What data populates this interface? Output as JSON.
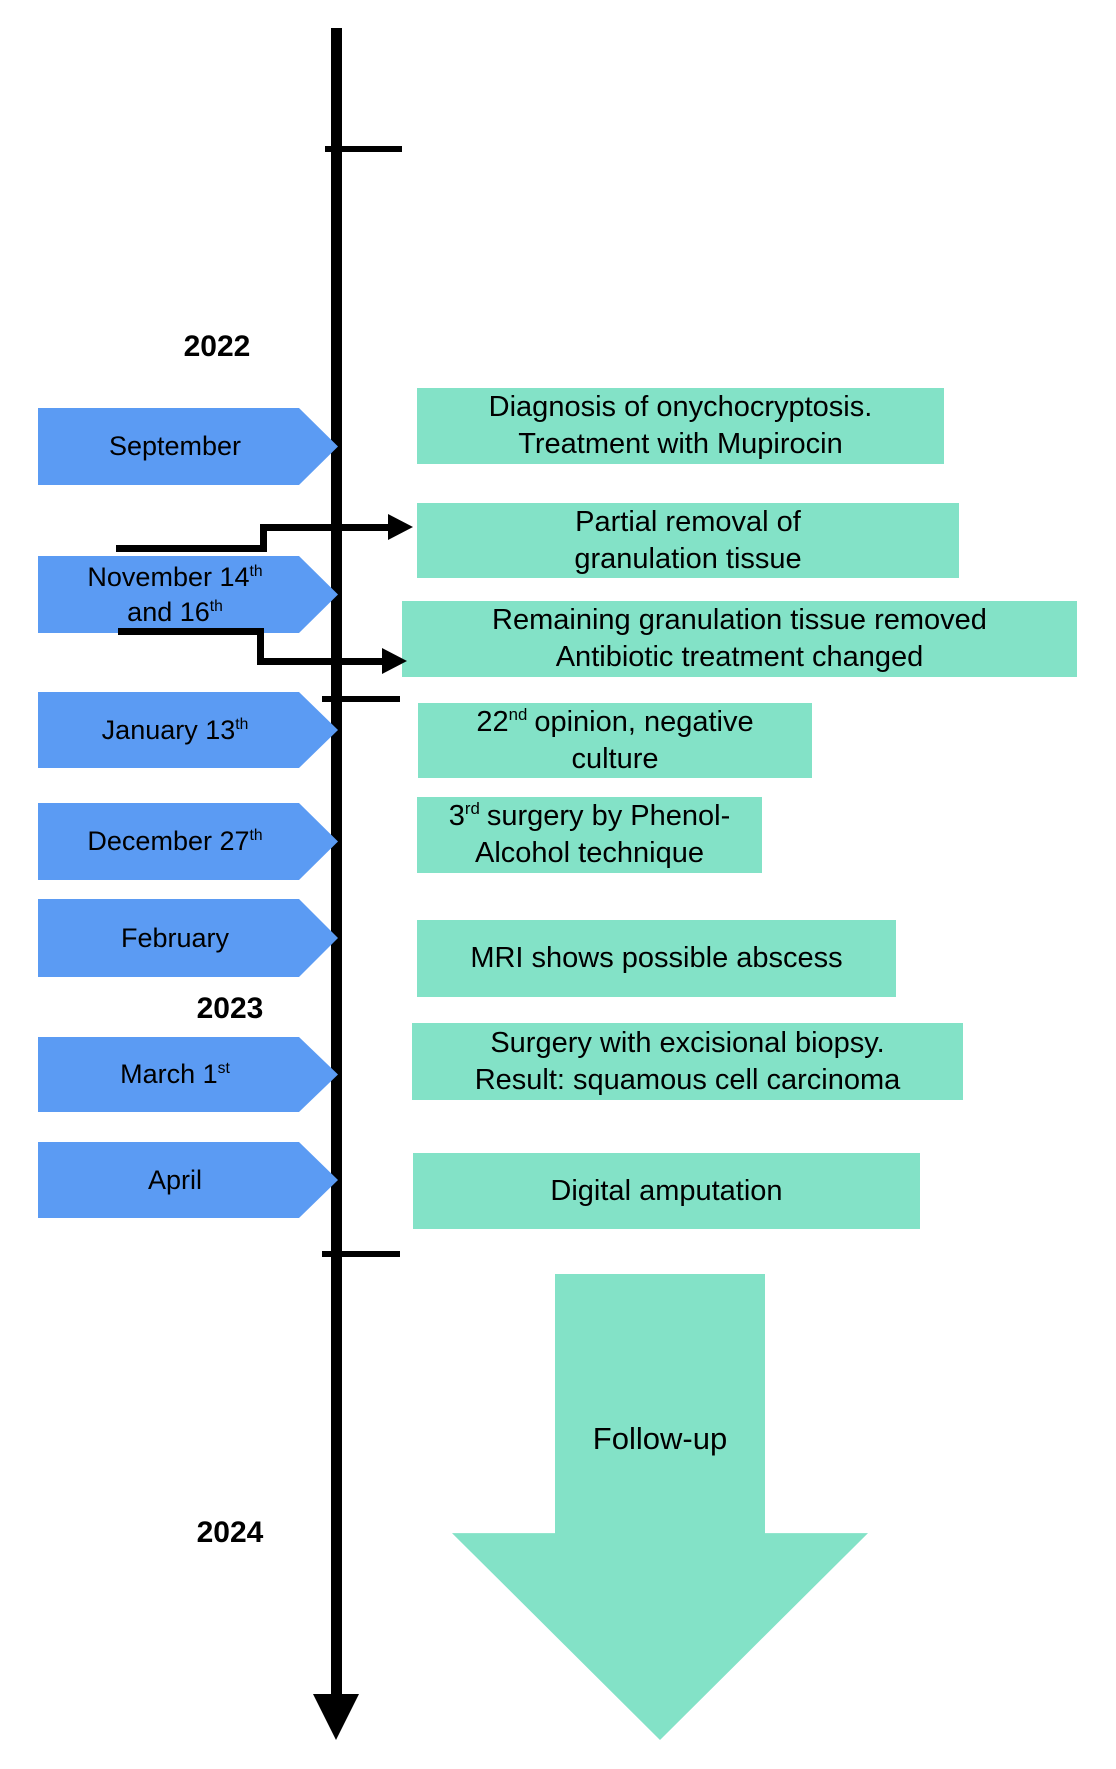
{
  "figure": {
    "colors": {
      "milestone_blue": "#5B9BF3",
      "event_teal": "#83E2C7",
      "axis_black": "#000000",
      "background": "#ffffff"
    },
    "years": [
      {
        "label": "2022"
      },
      {
        "label": "2023"
      },
      {
        "label": "2024"
      }
    ],
    "milestones": [
      {
        "line1": "September"
      },
      {
        "line1": "November 14",
        "line1_sup": "th",
        "line2": "and 16",
        "line2_sup": "th"
      },
      {
        "line1": "January 13",
        "line1_sup": "th"
      },
      {
        "line1": "December 27",
        "line1_sup": "th"
      },
      {
        "line1": "February"
      },
      {
        "line1": "March 1",
        "line1_sup": "st"
      },
      {
        "line1": "April"
      }
    ],
    "events": [
      {
        "line1": "Diagnosis of onychocryptosis.",
        "line2": "Treatment with Mupirocin"
      },
      {
        "line1": "Partial removal of",
        "line2": "granulation tissue"
      },
      {
        "line1": "Remaining granulation tissue removed",
        "line2": "Antibiotic treatment changed"
      },
      {
        "line1_num": "22",
        "line1_sup": "nd",
        "line1_rest": "opinion, negative",
        "line2": "culture"
      },
      {
        "line1_num": "3",
        "line1_sup": "rd",
        "line1_rest": "surgery by Phenol-",
        "line2": "Alcohol technique"
      },
      {
        "line1": "MRI shows possible abscess"
      },
      {
        "line1": "Surgery with excisional biopsy.",
        "line2": "Result: squamous cell carcinoma"
      },
      {
        "line1": "Digital amputation"
      }
    ],
    "followup": {
      "label": "Follow-up"
    }
  }
}
